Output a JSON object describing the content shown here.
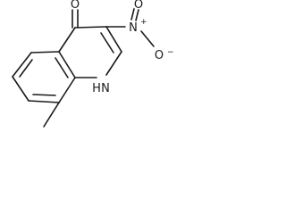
{
  "molecule": {
    "atoms": {
      "carbonyl_oxygen": "O",
      "nitro_nitrogen": "N",
      "nitro_nitrogen_charge": "+",
      "nitro_oxygen_double": "O",
      "nitro_oxygen_single": "O",
      "nitro_oxygen_charge": "−",
      "ring_nitrogen": "N",
      "ring_nitrogen_hydrogen": "H"
    }
  }
}
